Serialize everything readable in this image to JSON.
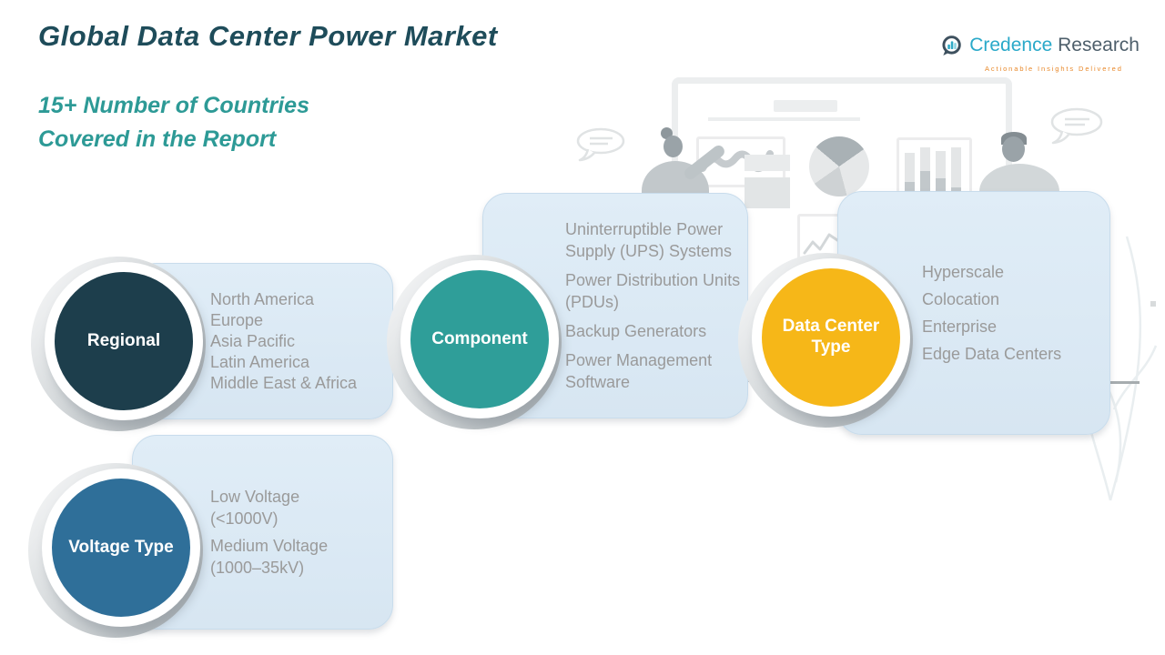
{
  "header": {
    "title": "Global Data Center Power Market",
    "subtitle_line1": "15+ Number of Countries",
    "subtitle_line2": "Covered in the Report"
  },
  "logo": {
    "name_part1": "Credence",
    "name_part2": "Research",
    "tagline": "Actionable Insights Delivered",
    "icon": "bar-chart-circle-icon"
  },
  "groups": [
    {
      "label": "Regional",
      "color": "#1d3e4c",
      "items": [
        "North America",
        "Europe",
        "Asia Pacific",
        "Latin America",
        "Middle East & Africa"
      ]
    },
    {
      "label": "Component",
      "color": "#2f9e99",
      "items": [
        "Uninterruptible Power Supply (UPS) Systems",
        "Power Distribution Units (PDUs)",
        "Backup Generators",
        "Power Management Software"
      ]
    },
    {
      "label": "Data Center Type",
      "color": "#f6b718",
      "items": [
        "Hyperscale",
        "Colocation",
        "Enterprise",
        "Edge Data Centers"
      ]
    },
    {
      "label": "Voltage Type",
      "color": "#2f6f99",
      "items": [
        "Low Voltage (<1000V)",
        "Medium Voltage (1000–35kV)"
      ]
    }
  ],
  "illustration": {
    "elements": [
      "whiteboard",
      "presenter-left",
      "presenter-right",
      "speech-bubble-left",
      "speech-bubble-right",
      "pie-chart",
      "bar-chart",
      "line-chart",
      "leaf-decoration"
    ]
  },
  "theme": {
    "title_color": "#1e4c5a",
    "subtitle_color": "#2d9a96",
    "card_bg": "#d9e8f3",
    "list_text": "#9a9a9a",
    "logo_teal": "#2aa9c9",
    "logo_slate": "#4e5f6b",
    "logo_orange": "#e8882a"
  }
}
